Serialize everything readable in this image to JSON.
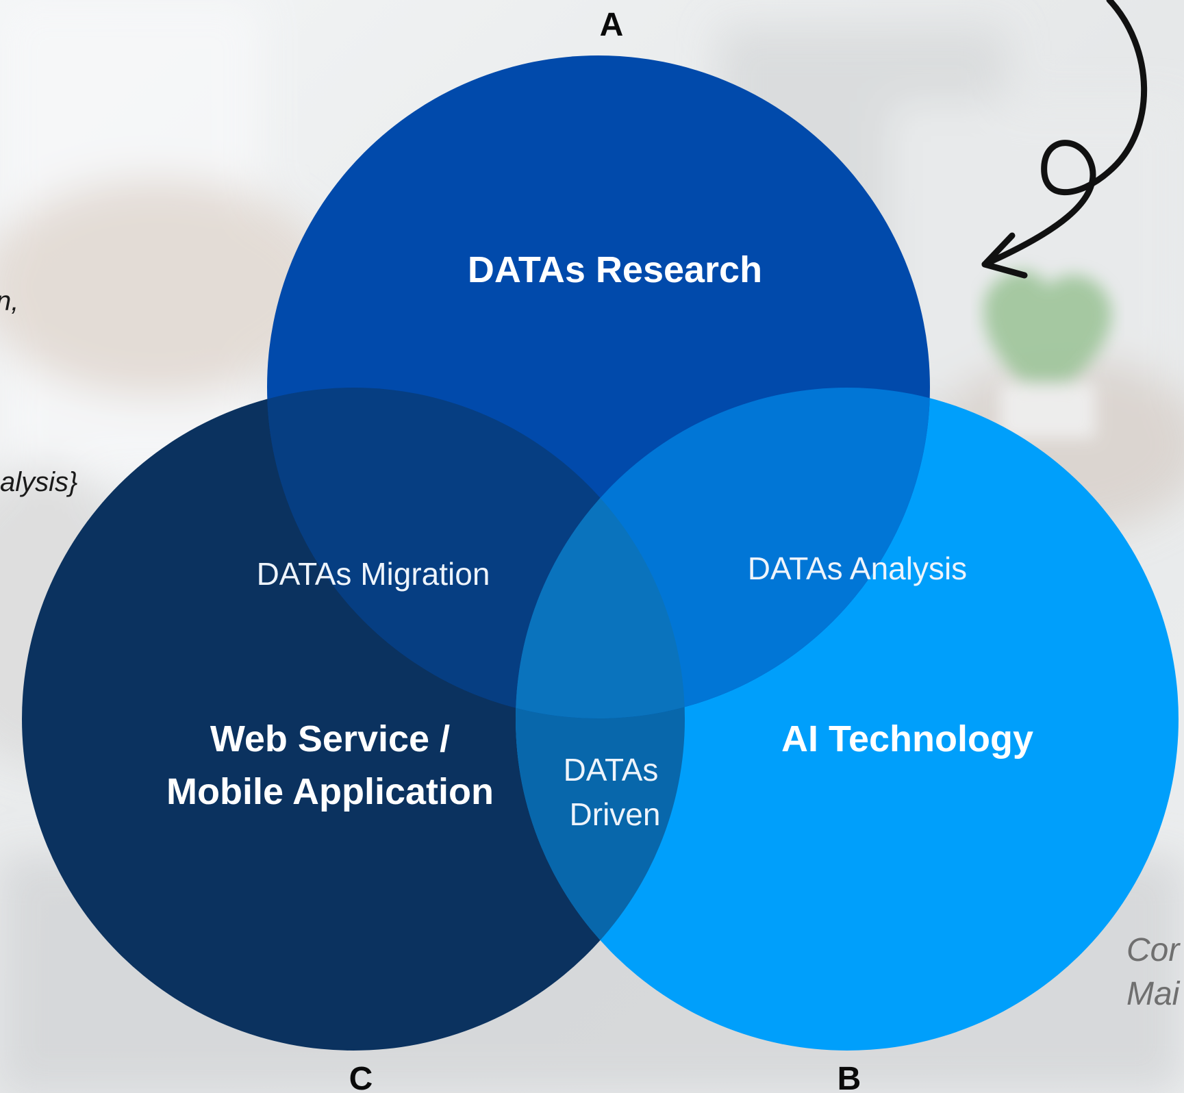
{
  "labels": {
    "A": "A",
    "B": "B",
    "C": "C"
  },
  "circles": {
    "top": {
      "title": "DATAs Research",
      "color": "#014aab"
    },
    "left": {
      "title_line1": "Web Service /",
      "title_line2": "Mobile Application",
      "color": "#0b325f"
    },
    "right": {
      "title": "AI Technology",
      "color": "#009ffb"
    }
  },
  "intersections": {
    "top_left": "DATAs Migration",
    "top_right": "DATAs Analysis",
    "center_line1": "DATAs",
    "center_line2": "Driven"
  },
  "cropped_text": {
    "left_1": "n,",
    "left_2": "alysis}",
    "right_1": "Cor",
    "right_2": "Mai"
  },
  "colors": {
    "top_left_overlap": "#063e82",
    "top_right_overlap": "#0176d6",
    "left_right_overlap": "#0867ab",
    "center_overlap": "#0a73bd",
    "arrow": "#111111"
  },
  "decoration": {
    "arrow": "curly-arrow-icon"
  }
}
